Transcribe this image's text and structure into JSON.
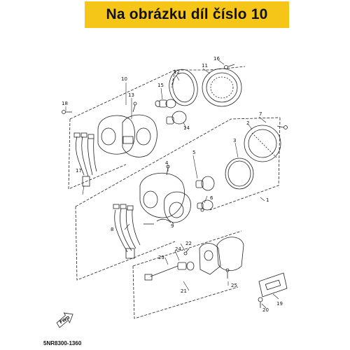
{
  "banner": {
    "text": "Na obrázku díl číslo 10",
    "background": "#f5c518"
  },
  "part_code": "5NR8300-1360",
  "fwd_label": "FWD",
  "callouts": [
    "1",
    "2",
    "3",
    "4",
    "5",
    "6",
    "7",
    "8",
    "9",
    "10",
    "11",
    "12",
    "13",
    "14",
    "15",
    "16",
    "17",
    "18",
    "19",
    "20",
    "21",
    "22",
    "23",
    "24",
    "25"
  ]
}
